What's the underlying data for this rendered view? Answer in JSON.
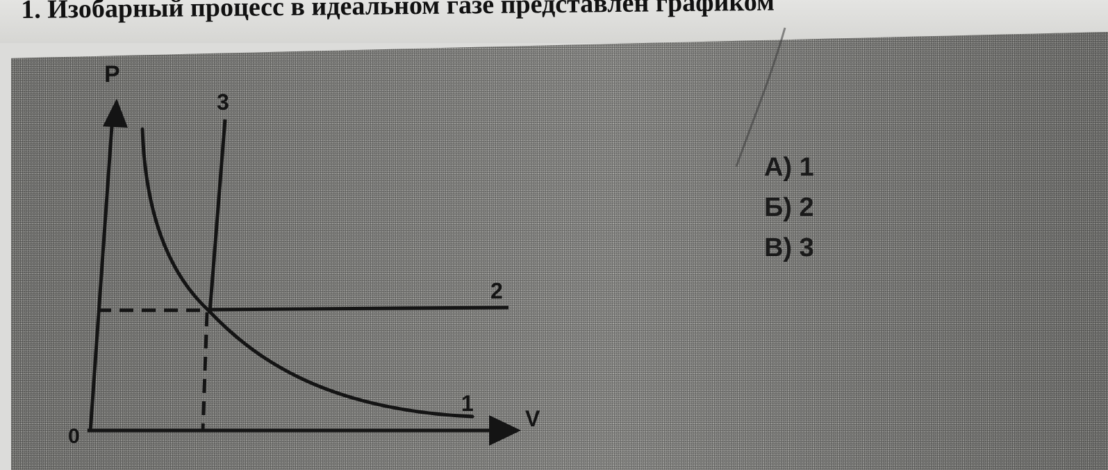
{
  "question": {
    "number": "1.",
    "text": "Изобарный процесс в идеальном газе представлен графиком"
  },
  "graph": {
    "y_axis_label": "P",
    "x_axis_label": "V",
    "origin_label": "0",
    "curve_labels": {
      "isotherm": "1",
      "isobar": "2",
      "isochore": "3"
    }
  },
  "answers": [
    {
      "label": "А) 1"
    },
    {
      "label": "Б) 2"
    },
    {
      "label": "В) 3"
    }
  ],
  "colors": {
    "ink": "#141414",
    "halftone": "#8d8d8a",
    "paper": "#dcdcda"
  }
}
